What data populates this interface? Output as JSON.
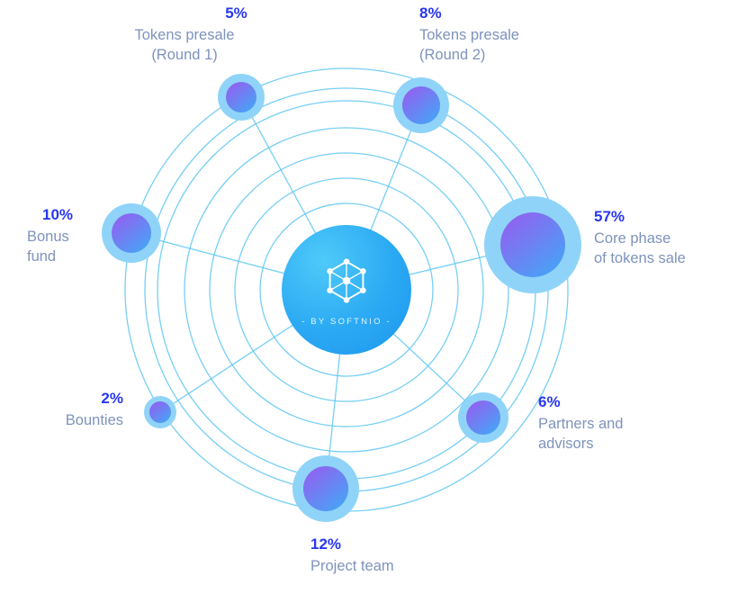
{
  "brand": {
    "tagline": "- BY SOFTNIO -"
  },
  "colors": {
    "percent": "#2737ef",
    "label": "#7e93bd",
    "ring": "#5ec7f3",
    "halo": "#8fd4f8",
    "node_purple": "#8f63f1",
    "node_blue": "#41a8f5",
    "center_from": "#4ecaf9",
    "center_to": "#1e96ee"
  },
  "nodes": {
    "presale_round_1": {
      "percent": "5%",
      "line1": "Tokens presale",
      "line2": "(Round 1)"
    },
    "presale_round_2": {
      "percent": "8%",
      "line1": "Tokens presale",
      "line2": "(Round 2)"
    },
    "bonus_fund": {
      "percent": "10%",
      "line1": "Bonus",
      "line2": "fund"
    },
    "core_phase": {
      "percent": "57%",
      "line1": "Core phase",
      "line2": "of tokens sale"
    },
    "bounties": {
      "percent": "2%",
      "line1": "Bounties",
      "line2": ""
    },
    "partners": {
      "percent": "6%",
      "line1": "Partners and",
      "line2": "advisors"
    },
    "project_team": {
      "percent": "12%",
      "line1": "Project team",
      "line2": ""
    }
  }
}
